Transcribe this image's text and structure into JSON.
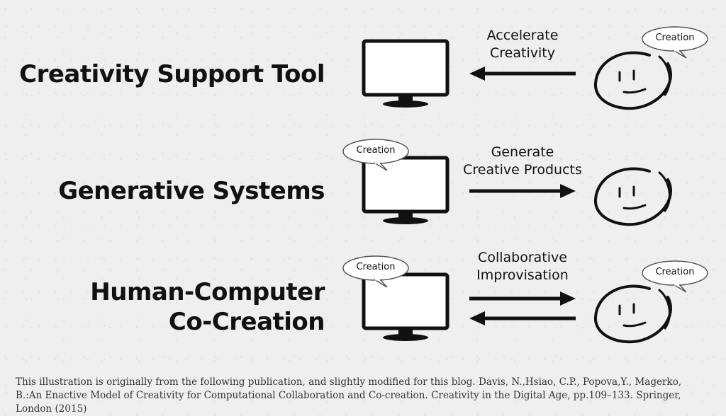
{
  "rows": [
    {
      "label_lines": [
        "Creativity Support Tool"
      ],
      "arrow_label_lines": [
        "Accelerate",
        "Creativity"
      ],
      "human_bubble": "Creation",
      "computer_bubble": ""
    },
    {
      "label_lines": [
        "Generative Systems"
      ],
      "arrow_label_lines": [
        "Generate",
        "Creative Products"
      ],
      "human_bubble": "",
      "computer_bubble": "Creation"
    },
    {
      "label_lines": [
        "Human-Computer",
        "Co-Creation"
      ],
      "arrow_label_lines": [
        "Collaborative",
        "Improvisation"
      ],
      "human_bubble": "Creation",
      "computer_bubble": "Creation"
    }
  ],
  "citation": "This illustration is originally from the following publication, and slightly modified for this blog. Davis, N.,Hsiao, C.P., Popova,Y., Magerko, B.:An Enactive Model of Creativity for Computational Collaboration and Co-creation. Creativity in the Digital Age, pp.109–133. Springer, London (2015)"
}
